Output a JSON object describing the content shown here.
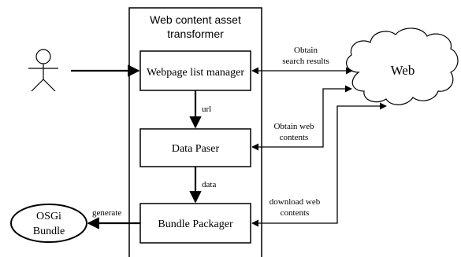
{
  "container": {
    "title_line1": "Web content asset",
    "title_line2": "transformer"
  },
  "boxes": {
    "webpage_list_manager": "Webpage list manager",
    "data_parser": "Data Paser",
    "bundle_packager": "Bundle Packager"
  },
  "cloud": {
    "label": "Web"
  },
  "bundle": {
    "line1": "OSGi",
    "line2": "Bundle"
  },
  "arrows": {
    "url": "url",
    "data": "data",
    "generate": "generate",
    "search_line1": "Obtain",
    "search_line2": "search results",
    "contents_line1": "Obtain web",
    "contents_line2": "contents",
    "download_line1": "download web",
    "download_line2": "contents"
  }
}
